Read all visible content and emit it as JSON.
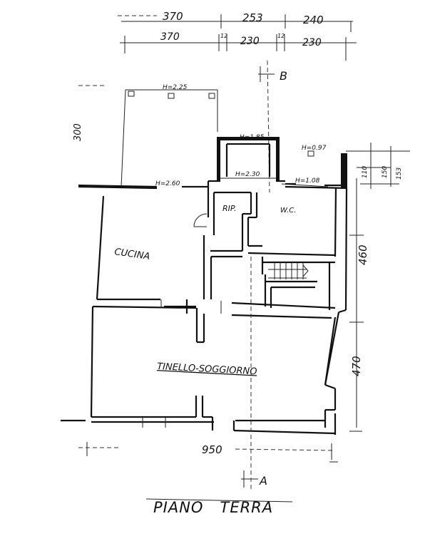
{
  "plan": {
    "title": "PIANO   TERRA",
    "dims_top_row1": [
      "370",
      "253",
      "240"
    ],
    "dims_top_row2": [
      "370",
      "12",
      "230",
      "12",
      "230"
    ],
    "dim_left_300": "300",
    "dim_right_460": "460",
    "dim_right_470": "470",
    "dim_right_small": [
      "110",
      "150",
      "153"
    ],
    "dim_bottom": "950",
    "section_a": "A",
    "section_b": "B",
    "heights": {
      "h225": "H=2.25",
      "h185": "H=1.85",
      "h097": "H=0.97",
      "h260": "H=2.60",
      "h230": "H=2.30",
      "h108": "H=1.08"
    },
    "rooms": {
      "rip": "RIP.",
      "wc": "W.C.",
      "cucina": "CUCINA",
      "tinello": "TINELLO-SOGGIORNO"
    }
  }
}
